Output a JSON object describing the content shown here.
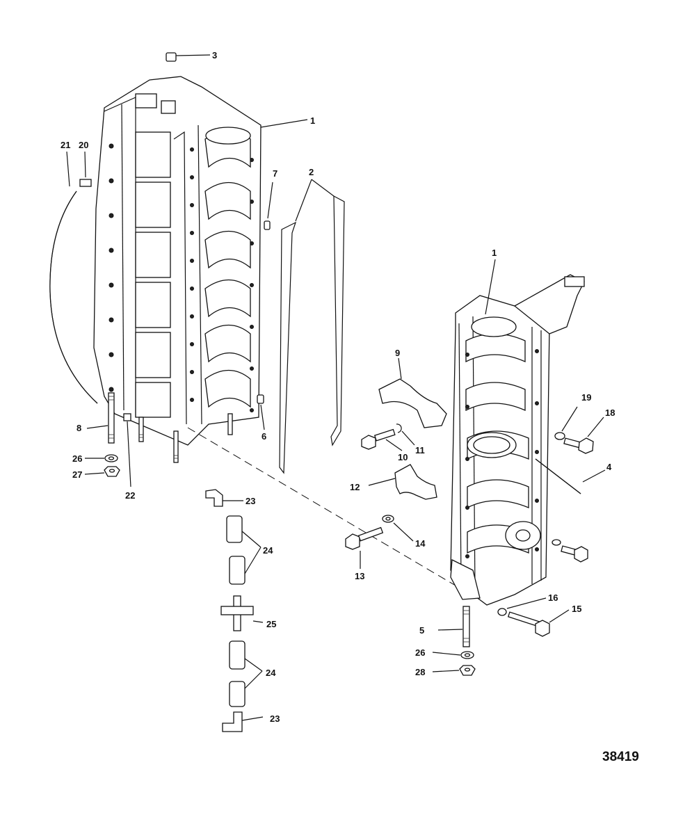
{
  "figure_number": "38419",
  "callouts": {
    "c3": "3",
    "c1_top": "1",
    "c21": "21",
    "c20": "20",
    "c7": "7",
    "c2": "2",
    "c6": "6",
    "c8": "8",
    "c26_left": "26",
    "c27": "27",
    "c22": "22",
    "c1_right": "1",
    "c9": "9",
    "c19": "19",
    "c18": "18",
    "c4": "4",
    "c10": "10",
    "c11": "11",
    "c12": "12",
    "c14": "14",
    "c13": "13",
    "c23_top": "23",
    "c24_top": "24",
    "c25": "25",
    "c24_bottom": "24",
    "c23_bottom": "23",
    "c16": "16",
    "c15": "15",
    "c5": "5",
    "c26_right": "26",
    "c28": "28"
  }
}
